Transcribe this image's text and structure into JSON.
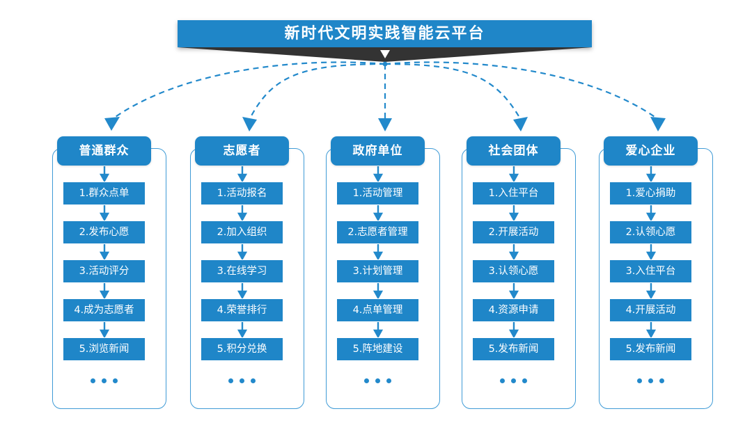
{
  "header": {
    "title": "新时代文明实践智能云平台",
    "banner_color": "#1f86c8",
    "tail_color": "#333333"
  },
  "connectors": {
    "style": "dashed-curved-arrow",
    "color": "#2289cb",
    "count": 5
  },
  "columns": [
    {
      "header": "普通群众",
      "items": [
        "1.群众点单",
        "2.发布心愿",
        "3.活动评分",
        "4.成为志愿者",
        "5.浏览新闻"
      ],
      "more": "..."
    },
    {
      "header": "志愿者",
      "items": [
        "1.活动报名",
        "2.加入组织",
        "3.在线学习",
        "4.荣誉排行",
        "5.积分兑换"
      ],
      "more": "..."
    },
    {
      "header": "政府单位",
      "items": [
        "1.活动管理",
        "2.志愿者管理",
        "3.计划管理",
        "4.点单管理",
        "5.阵地建设"
      ],
      "more": "..."
    },
    {
      "header": "社会团体",
      "items": [
        "1.入住平台",
        "2.开展活动",
        "3.认领心愿",
        "4.资源申请",
        "5.发布新闻"
      ],
      "more": "..."
    },
    {
      "header": "爱心企业",
      "items": [
        "1.爱心捐助",
        "2.认领心愿",
        "3.入住平台",
        "4.开展活动",
        "5.发布新闻"
      ],
      "more": "..."
    }
  ],
  "colors": {
    "primary_blue": "#1f86c8",
    "border_blue": "#3f9bd6",
    "arrow_blue": "#2289cb",
    "dark_tail": "#333333",
    "background": "#ffffff"
  }
}
